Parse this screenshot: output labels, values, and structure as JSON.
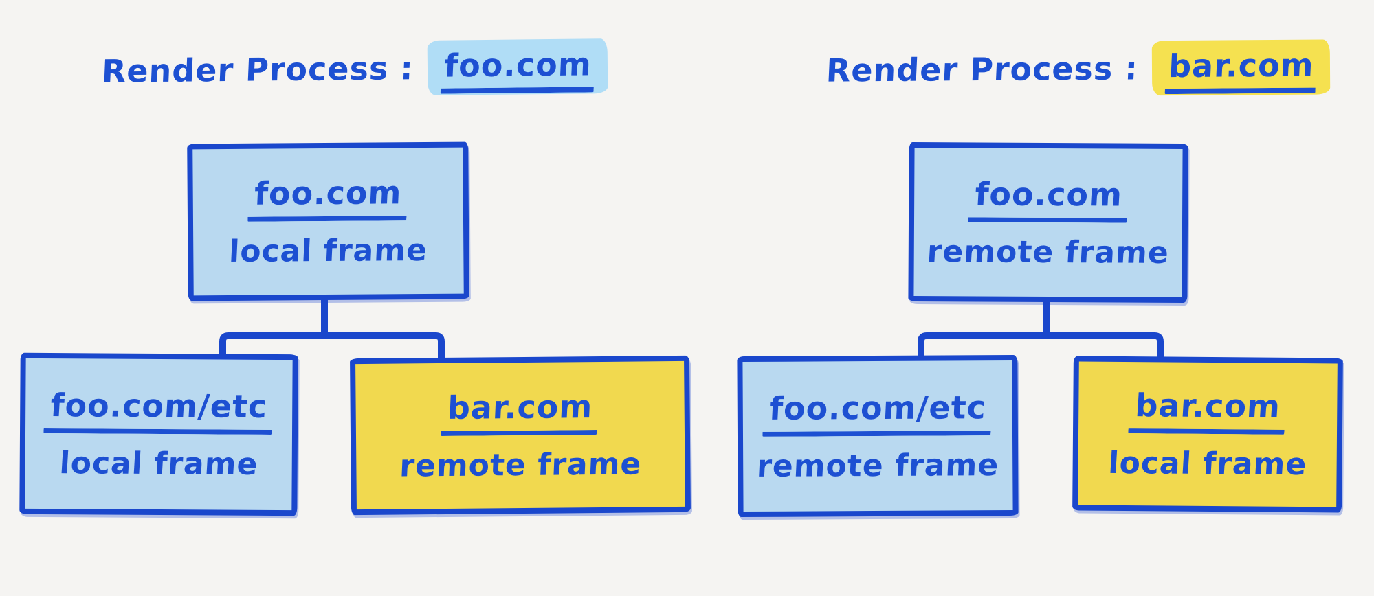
{
  "diagram": {
    "kind": "render-process-frame-trees",
    "colors": {
      "background": "#f5f4f2",
      "ink_blue": "#1d50d2",
      "box_border_blue": "#1a47cc",
      "local_box_fill_blue": "#b9d9f0",
      "remote_box_fill_yellow": "#f1d94f",
      "title_highlight_blue": "#b0ddf6",
      "title_highlight_yellow": "#f5e150"
    },
    "trees": [
      {
        "title": {
          "prefix": "Render Process :",
          "domain": "foo.com",
          "highlight_color": "blue"
        },
        "root": {
          "domain": "foo.com",
          "frame_type": "local frame",
          "box_color": "blue"
        },
        "children": [
          {
            "domain": "foo.com/etc",
            "frame_type": "local frame",
            "box_color": "blue"
          },
          {
            "domain": "bar.com",
            "frame_type": "remote frame",
            "box_color": "yellow"
          }
        ]
      },
      {
        "title": {
          "prefix": "Render Process :",
          "domain": "bar.com",
          "highlight_color": "yellow"
        },
        "root": {
          "domain": "foo.com",
          "frame_type": "remote frame",
          "box_color": "blue"
        },
        "children": [
          {
            "domain": "foo.com/etc",
            "frame_type": "remote frame",
            "box_color": "blue"
          },
          {
            "domain": "bar.com",
            "frame_type": "local frame",
            "box_color": "yellow"
          }
        ]
      }
    ]
  }
}
